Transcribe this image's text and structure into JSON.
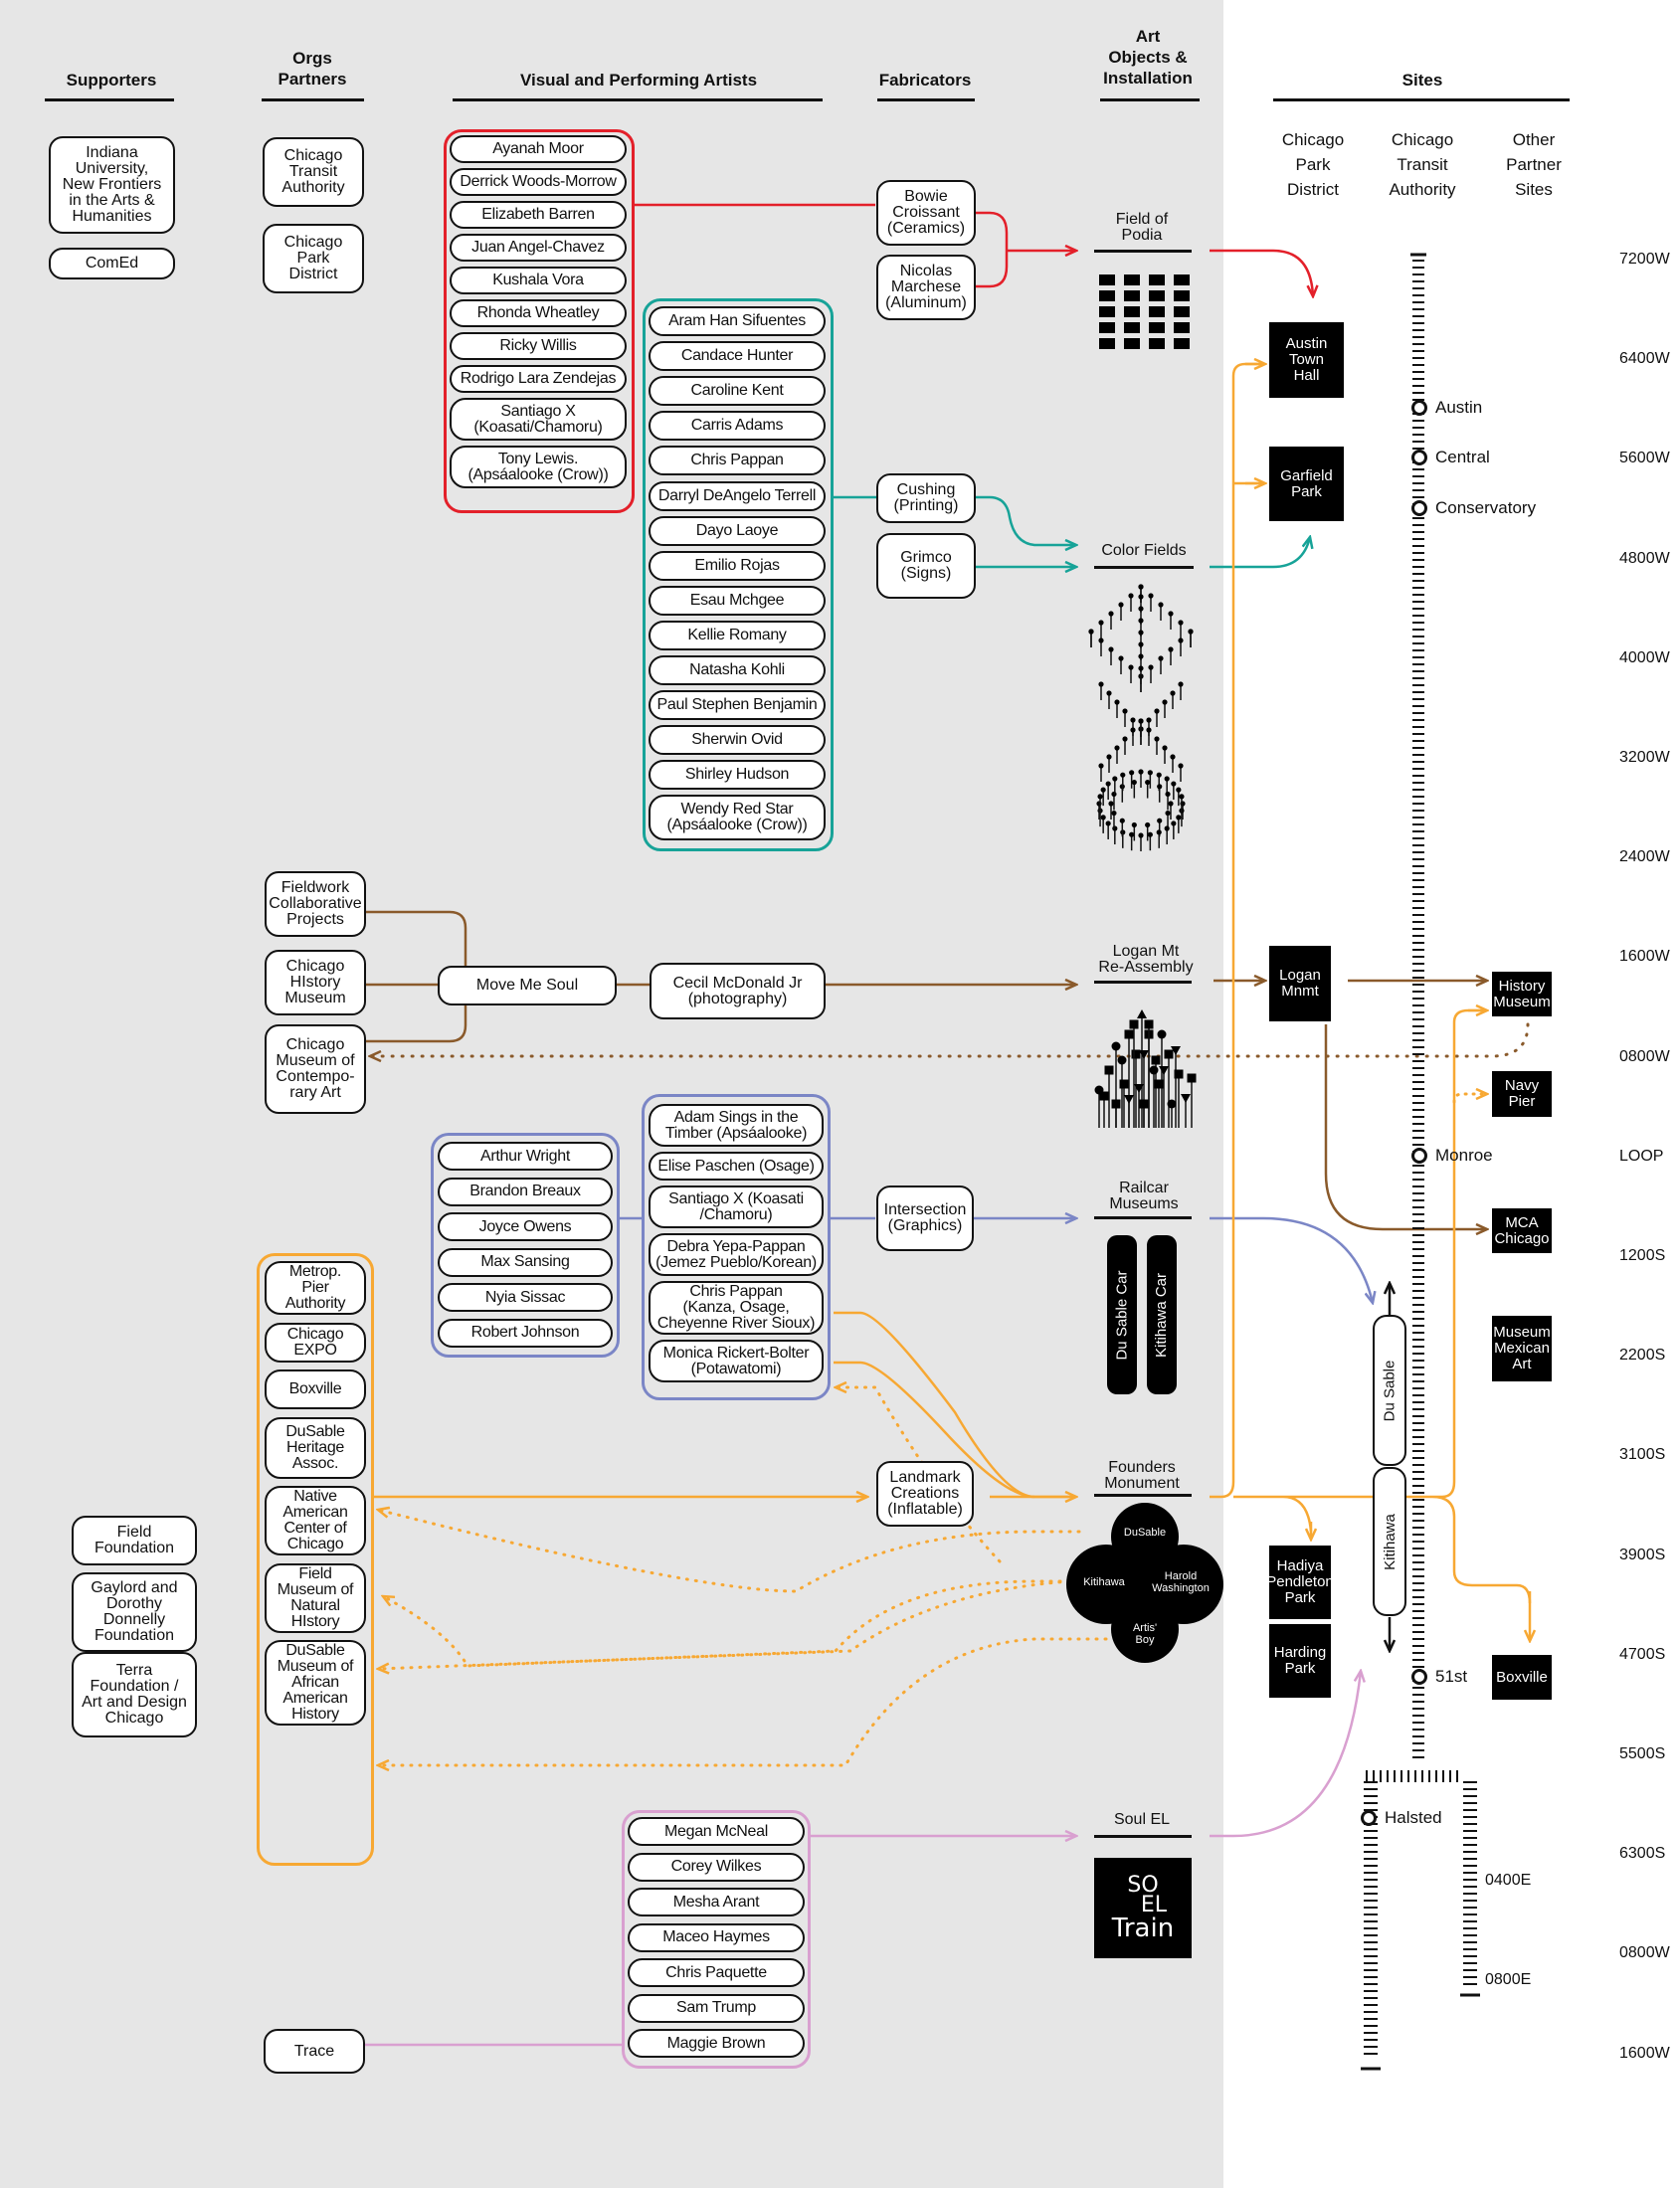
{
  "headers": {
    "supporters": "Supporters",
    "orgs_partners": "Orgs\nPartners",
    "artists": "Visual and Performing Artists",
    "fabricators": "Fabricators",
    "art_objects": "Art\nObjects &\nInstallation",
    "sites": "Sites"
  },
  "site_columns": [
    "Chicago\nPark\nDistrict",
    "Chicago\nTransit\nAuthority",
    "Other\nPartner\nSites"
  ],
  "supporters": [
    "Indiana\nUniversity,\nNew Frontiers\nin the Arts &\nHumanities",
    "ComEd",
    "Field\nFoundation",
    "Gaylord and\nDorothy\nDonnelly\nFoundation",
    "Terra\nFoundation /\nArt and Design\nChicago"
  ],
  "orgs_partners": {
    "top": [
      "Chicago\nTransit\nAuthority",
      "Chicago\nPark\nDistrict"
    ],
    "logan": [
      "Fieldwork\nCollaborative\nProjects",
      "Chicago\nHIstory\nMuseum",
      "Chicago\nMuseum of\nContempo-\nrary Art"
    ],
    "founders": [
      "Metrop.\nPier\nAuthority",
      "Chicago\nEXPO",
      "Boxville",
      "DuSable\nHeritage\nAssoc.",
      "Native\nAmerican\nCenter of\nChicago",
      "Field\nMuseum of\nNatural\nHIstory",
      "DuSable\nMuseum of\nAfrican\nAmerican\nHistory"
    ],
    "trace": "Trace"
  },
  "artists": {
    "red_group": [
      "Ayanah Moor",
      "Derrick Woods-Morrow",
      "Elizabeth Barren",
      "Juan Angel-Chavez",
      "Kushala Vora",
      "Rhonda Wheatley",
      "Ricky Willis",
      "Rodrigo Lara Zendejas",
      "Santiago X\n(Koasati/Chamoru)",
      "Tony Lewis.\n(Apsáalooke (Crow))"
    ],
    "teal_group": [
      "Aram Han Sifuentes",
      "Candace Hunter",
      "Caroline Kent",
      "Carris Adams",
      "Chris Pappan",
      "Darryl DeAngelo Terrell",
      "Dayo Laoye",
      "Emilio Rojas",
      "Esau Mchgee",
      "Kellie Romany",
      "Natasha Kohli",
      "Paul Stephen Benjamin",
      "Sherwin Ovid",
      "Shirley Hudson",
      "Wendy Red Star\n(Apsáalooke (Crow))"
    ],
    "move_me_soul": "Move Me Soul",
    "cecil": "Cecil  McDonald Jr\n(photography)",
    "blue_group_left": [
      "Arthur Wright",
      "Brandon Breaux",
      "Joyce Owens",
      "Max Sansing",
      "Nyia Sissac",
      "Robert Johnson"
    ],
    "blue_group_right": [
      "Adam Sings in the\nTimber (Apsáalooke)",
      "Elise Paschen (Osage)",
      "Santiago X (Koasati\n/Chamoru)",
      "Debra Yepa-Pappan\n(Jemez Pueblo/Korean)",
      "Chris Pappan\n(Kanza, Osage,\nCheyenne River Sioux)",
      "Monica Rickert-Bolter\n(Potawatomi)"
    ],
    "pink_group": [
      "Megan McNeal",
      "Corey Wilkes",
      "Mesha Arant",
      "Maceo Haymes",
      "Chris Paquette",
      "Sam Trump",
      "Maggie Brown"
    ]
  },
  "fabricators": {
    "bowie": "Bowie\nCroissant\n(Ceramics)",
    "nicolas": "Nicolas\nMarchese\n(Aluminum)",
    "cushing": "Cushing\n(Printing)",
    "grimco": "Grimco\n(Signs)",
    "intersection": "Intersection\n(Graphics)",
    "landmark": "Landmark\nCreations\n(Inflatable)"
  },
  "art_objects": {
    "field_of_podia": "Field of\nPodia",
    "color_fields": "Color Fields",
    "logan": "Logan Mt\nRe-Assembly",
    "railcar": "Railcar\nMuseums",
    "railcars": [
      "Du Sable Car",
      "Kitihawa Car"
    ],
    "founders": "Founders\nMonument",
    "founders_parts": [
      "DuSable",
      "Kitihawa",
      "Harold\nWashington",
      "Artis'\nBoy"
    ],
    "soul_el": "Soul EL",
    "soul_logo": [
      "SO",
      "EL",
      "Train"
    ]
  },
  "sites": {
    "park": [
      "Austin\nTown\nHall",
      "Garfield\nPark",
      "Logan\nMnmt",
      "Hadiya\nPendleton\nPark",
      "Harding\nPark"
    ],
    "other": [
      "History\nMuseum",
      "Navy\nPier",
      "MCA\nChicago",
      "Museum\nMexican\nArt",
      "Boxville"
    ],
    "train_cars": [
      "Du Sable",
      "Kitihawa"
    ]
  },
  "stations": [
    "Austin",
    "Central",
    "Conservatory",
    "Monroe",
    "51st",
    "Halsted"
  ],
  "east_coords": [
    "0400E",
    "0800E"
  ],
  "coords": [
    "7200W",
    "6400W",
    "5600W",
    "4800W",
    "4000W",
    "3200W",
    "2400W",
    "1600W",
    "0800W",
    "LOOP",
    "1200S",
    "2200S",
    "3100S",
    "3900S",
    "4700S",
    "5500S",
    "6300S",
    "0800W",
    "1600W"
  ],
  "colors": {
    "red": "#e3202a",
    "teal": "#17a398",
    "brown": "#8a5a2b",
    "blue": "#7b86c6",
    "orange": "#f7a833",
    "pink": "#d9a0d0",
    "panel": "#e6e6e6"
  }
}
